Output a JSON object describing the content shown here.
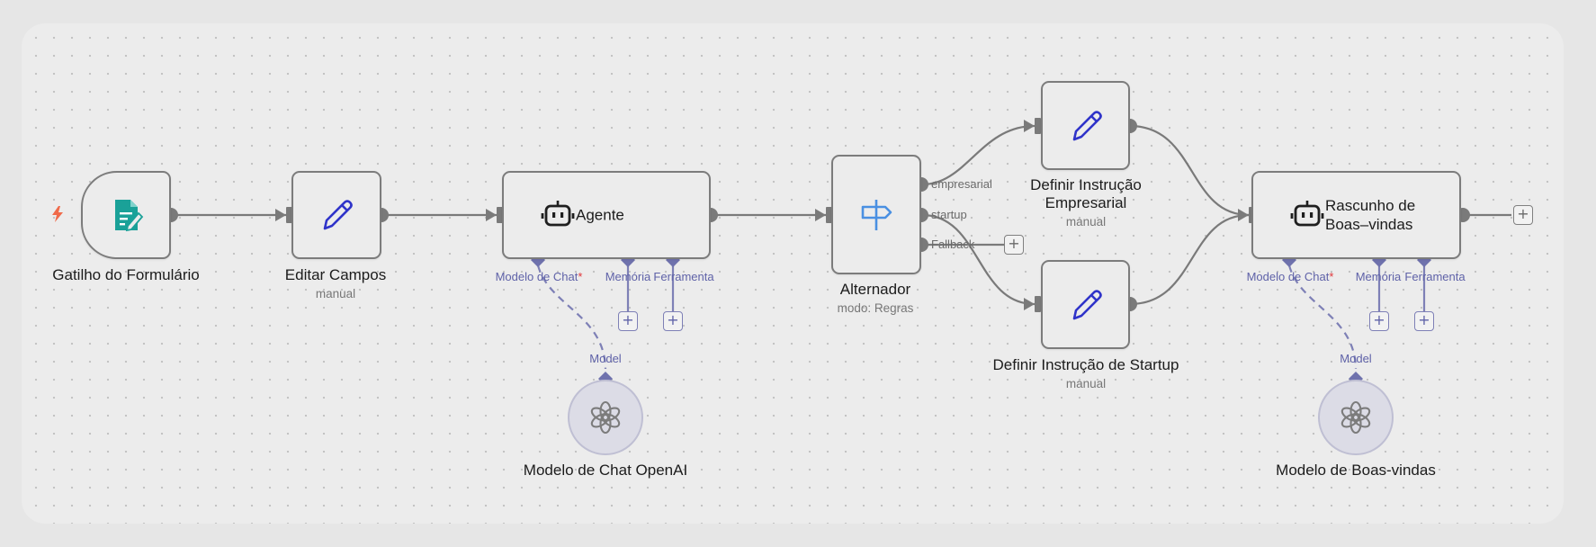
{
  "colors": {
    "wire": "#7a7a7a",
    "sub_wire": "#7e80b6",
    "accent_blue": "#2f33c9",
    "teal": "#1aa198",
    "trigger_bolt": "#f06a4a",
    "required": "#e0363b"
  },
  "nodes": {
    "trigger": {
      "title": "Gatilho do Formulário",
      "icon": "form-document-icon"
    },
    "edit_fields": {
      "title": "Editar Campos",
      "subtitle": "manual",
      "icon": "pencil-icon"
    },
    "agent": {
      "title": "Agente",
      "icon": "robot-icon",
      "ports": {
        "chat_model": "Modelo de Chat",
        "required_mark": "*",
        "memory": "Memória",
        "tool": "Ferramenta"
      }
    },
    "switch": {
      "title": "Alternador",
      "subtitle": "modo: Regras",
      "icon": "signpost-icon",
      "outputs": [
        "empresarial",
        "startup",
        "Fallback"
      ]
    },
    "set_business": {
      "title_line1": "Definir Instrução",
      "title_line2": "Empresarial",
      "subtitle": "manual",
      "icon": "pencil-icon"
    },
    "set_startup": {
      "title": "Definir Instrução de Startup",
      "subtitle": "manual",
      "icon": "pencil-icon"
    },
    "draft": {
      "title_line1": "Rascunho de",
      "title_line2": "Boas–vindas",
      "icon": "robot-icon",
      "ports": {
        "chat_model": "Modelo de Chat",
        "required_mark": "*",
        "memory": "Memória",
        "tool": "Ferramenta"
      }
    },
    "openai_model": {
      "port_label": "Model",
      "title": "Modelo de Chat OpenAI",
      "icon": "openai-icon"
    },
    "welcome_model": {
      "port_label": "Model",
      "title": "Modelo de Boas-vindas",
      "icon": "openai-icon"
    }
  },
  "buttons": {
    "plus": "+"
  }
}
